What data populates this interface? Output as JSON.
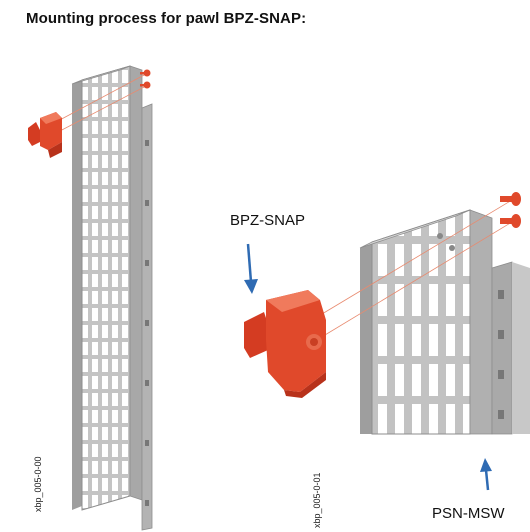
{
  "title": "Mounting process for pawl BPZ-SNAP:",
  "labels": {
    "pawl": "BPZ-SNAP",
    "panel": "PSN-MSW"
  },
  "figure_codes": {
    "left": "xbp_005-0-00",
    "right": "xbp_005-0-01"
  },
  "colors": {
    "pawl": "#e0492b",
    "panel": "#b9b9b9",
    "arrow": "#2f6bb3",
    "guide_line": "#e88a6f"
  }
}
